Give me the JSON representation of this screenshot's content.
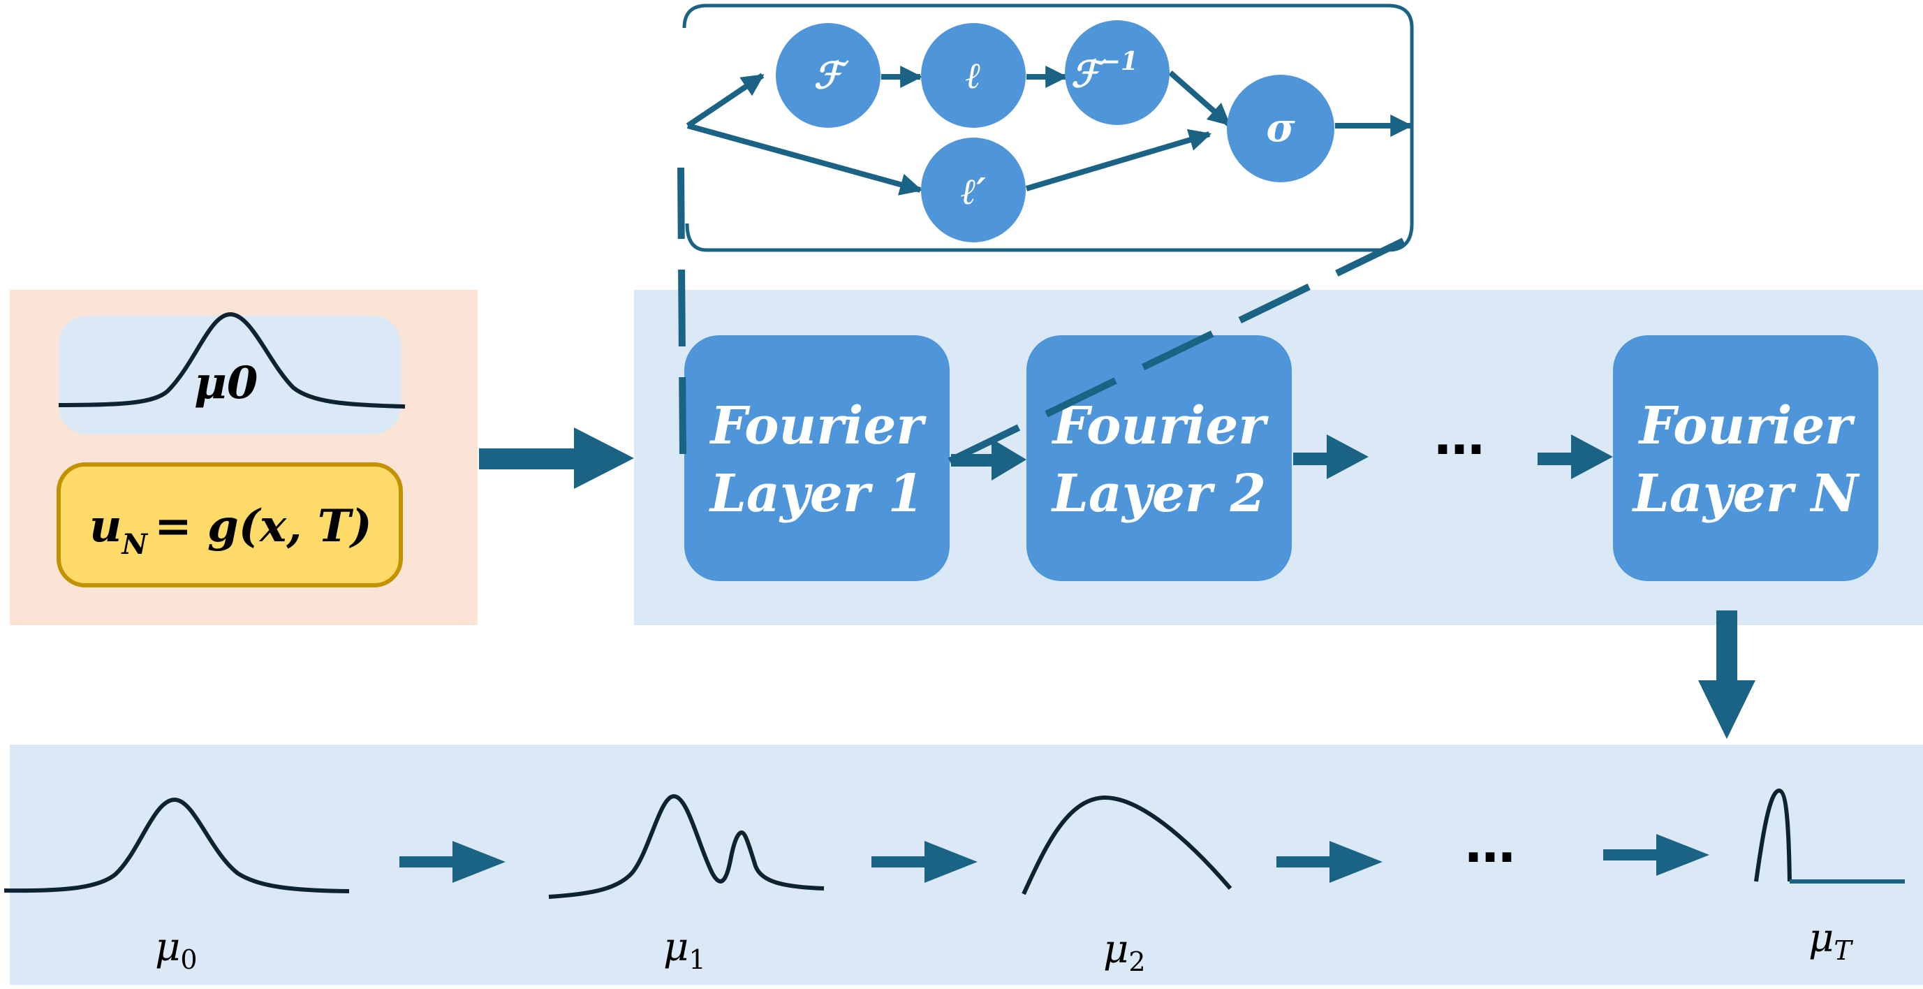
{
  "input_panel": {
    "initial_measure_label": "μ0",
    "terminal_condition": {
      "lhs": "u",
      "lhs_sub": "N",
      "rhs": "= g(x, T)"
    }
  },
  "block": {
    "nodes": {
      "fourier": "ℱ",
      "linear": "ℓ",
      "inverse_fourier": "ℱ",
      "inverse_fourier_sup": "−1",
      "linear_prime": "ℓ′",
      "activation": "σ"
    }
  },
  "layers": [
    {
      "line1": "Fourier",
      "line2": "Layer 1"
    },
    {
      "line1": "Fourier",
      "line2": "Layer 2"
    },
    {
      "line1": "Fourier",
      "line2": "Layer N"
    }
  ],
  "ellipsis": "…",
  "trajectory": [
    {
      "symbol": "μ",
      "sub": "0"
    },
    {
      "symbol": "μ",
      "sub": "1"
    },
    {
      "symbol": "μ",
      "sub": "2"
    },
    {
      "symbol": "μ",
      "sub": "T"
    }
  ],
  "colors": {
    "input_bg": "#fbe3d6",
    "panel_bg": "#dbe8f5",
    "layer_fill": "#4e95d9",
    "arrow": "#1a6385",
    "curve": "#0d2233",
    "condition_fill": "#fedb68",
    "condition_border": "#c39200"
  }
}
